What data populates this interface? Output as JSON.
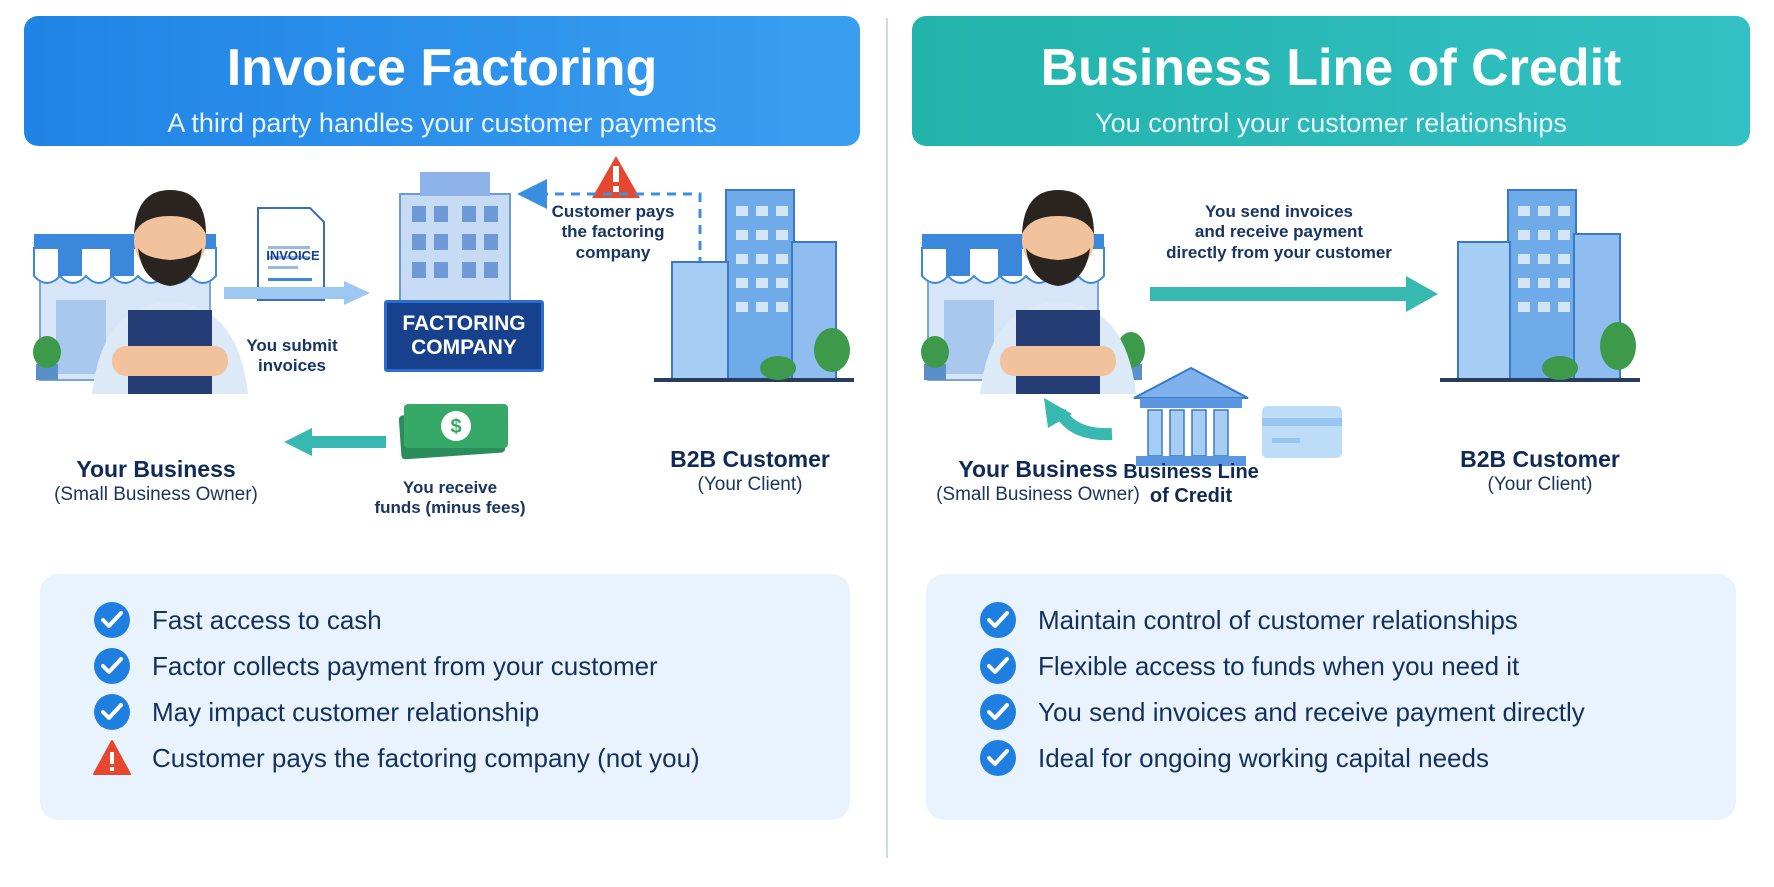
{
  "colors": {
    "factoring_accent": "#2589e8",
    "credit_accent": "#27b7b5",
    "navy": "#0f2a55",
    "warning": "#e8472f",
    "check": "#1f7fe0",
    "panel_bg": "#e9f3fd"
  },
  "left": {
    "title": "Invoice Factoring",
    "subtitle": "A third party handles your customer payments",
    "invoice_doc_label": "INVOICE",
    "submit_label": [
      "You submit",
      "invoices"
    ],
    "factoring_box": [
      "FACTORING",
      "COMPANY"
    ],
    "customer_pays_label": [
      "Customer pays",
      "the factoring",
      "company"
    ],
    "receive_label": [
      "You receive",
      "funds (minus fees)"
    ],
    "business_title": "Your Business",
    "business_sub": "(Small Business Owner)",
    "customer_title": "B2B Customer",
    "customer_sub": "(Your Client)",
    "benefits": [
      {
        "icon": "check-icon",
        "text": "Fast access to cash"
      },
      {
        "icon": "check-icon",
        "text": "Factor collects payment from your customer"
      },
      {
        "icon": "check-icon",
        "text": "May impact customer relationship"
      },
      {
        "icon": "warning-icon",
        "text": "Customer pays the factoring company (not you)"
      }
    ]
  },
  "right": {
    "title": "Business Line of Credit",
    "subtitle": "You control your customer relationships",
    "send_label": [
      "You send invoices",
      "and receive payment",
      "directly from your customer"
    ],
    "business_title": "Your Business",
    "business_sub": "(Small Business Owner)",
    "customer_title": "B2B Customer",
    "customer_sub": "(Your Client)",
    "bank_label": [
      "Business Line",
      "of Credit"
    ],
    "benefits": [
      {
        "icon": "check-icon",
        "text": "Maintain control of customer relationships"
      },
      {
        "icon": "check-icon",
        "text": "Flexible access to funds when you need it"
      },
      {
        "icon": "check-icon",
        "text": "You send invoices and receive payment directly"
      },
      {
        "icon": "check-icon",
        "text": "Ideal for ongoing working capital needs"
      }
    ]
  }
}
